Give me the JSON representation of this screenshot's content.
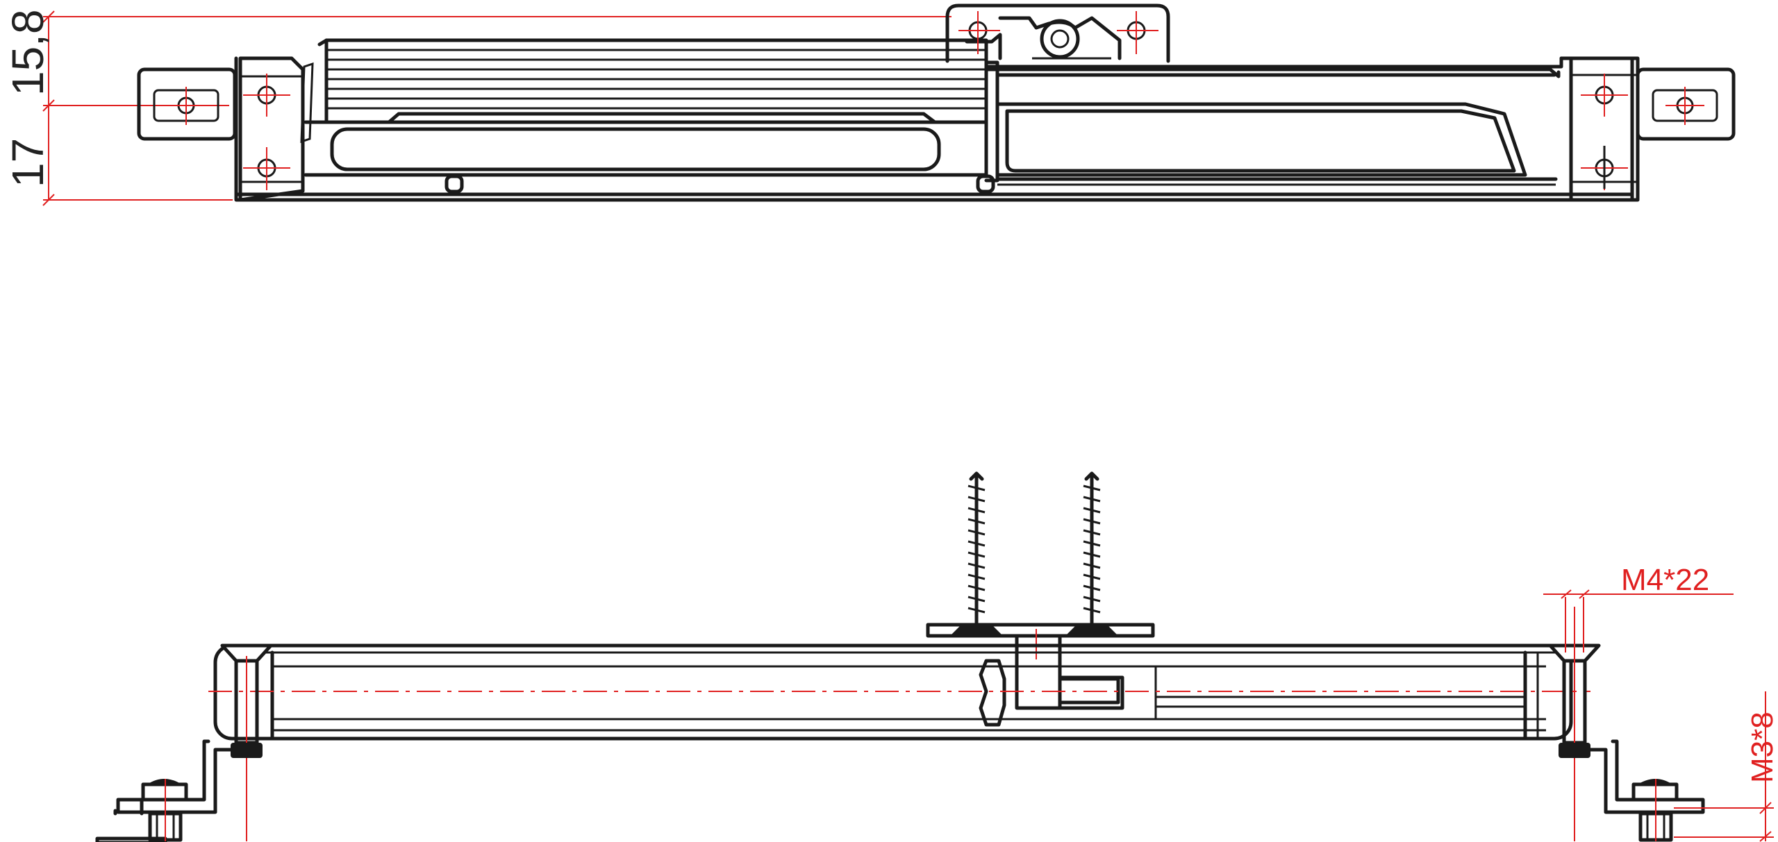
{
  "dimensions": {
    "height_upper": "15,8",
    "height_lower": "17",
    "screw_long": "M4*22",
    "screw_short": "M3*8"
  },
  "colors": {
    "line": "#1a1a1a",
    "dimension": "#e02020",
    "background": "#ffffff"
  }
}
